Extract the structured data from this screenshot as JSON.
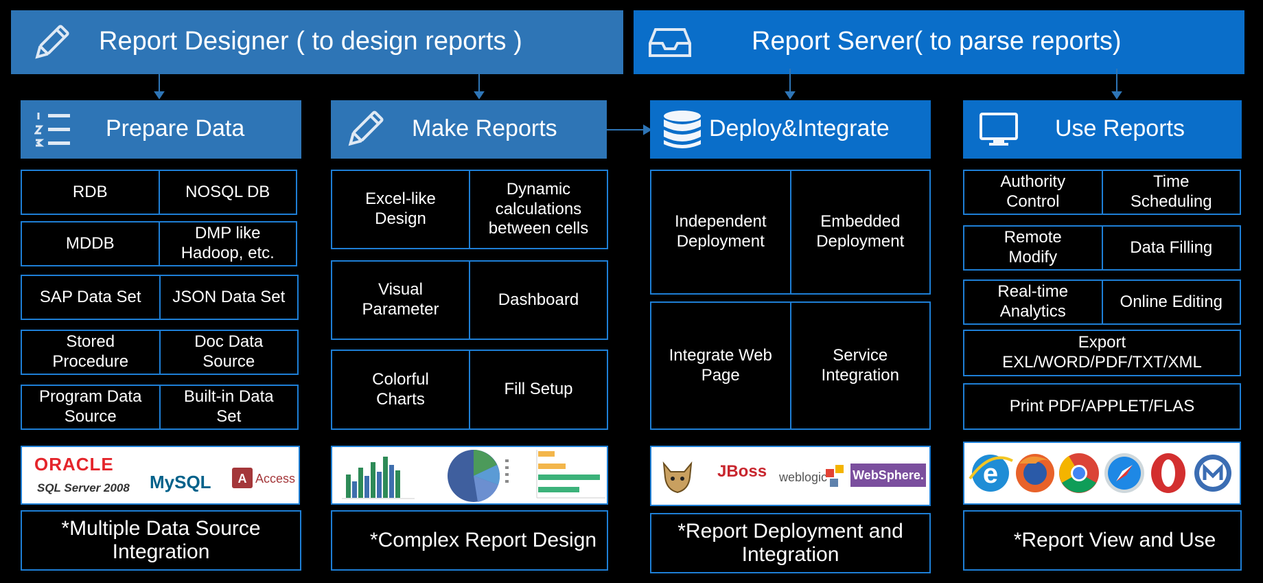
{
  "banners": {
    "designer": {
      "title": "Report Designer ( to design reports )",
      "icon": "pencil-icon"
    },
    "server": {
      "title": "Report Server( to parse reports)",
      "icon": "inbox-tray-icon"
    }
  },
  "sections": [
    {
      "id": "prepare-data",
      "title": "Prepare Data",
      "icon": "numbered-list-icon",
      "rows": [
        [
          "RDB",
          "NOSQL DB"
        ],
        [
          "MDDB",
          "DMP like\nHadoop, etc."
        ],
        [
          "SAP Data Set",
          "JSON Data Set"
        ],
        [
          "Stored\nProcedure",
          "Doc Data\nSource"
        ],
        [
          "Program Data\nSource",
          "Built-in Data\nSet"
        ]
      ],
      "logos": [
        "ORACLE",
        "SQL Server 2008",
        "MySQL",
        "Access"
      ],
      "summary": "*Multiple Data Source\nIntegration"
    },
    {
      "id": "make-reports",
      "title": "Make Reports",
      "icon": "pencil-icon",
      "rows": [
        [
          "Excel-like\nDesign",
          "Dynamic\ncalculations\nbetween cells"
        ],
        [
          "Visual\nParameter",
          "Dashboard"
        ],
        [
          "Colorful\nCharts",
          "Fill Setup"
        ]
      ],
      "logos": [],
      "summary": "*Complex Report Design"
    },
    {
      "id": "deploy-integrate",
      "title": "Deploy&Integrate",
      "icon": "database-icon",
      "rows": [
        [
          "Independent\nDeployment",
          "Embedded\nDeployment"
        ],
        [
          "Integrate Web\nPage",
          "Service\nIntegration"
        ]
      ],
      "logos": [
        "JBoss",
        "weblogic",
        "WebSphere."
      ],
      "summary": "*Report Deployment and\nIntegration"
    },
    {
      "id": "use-reports",
      "title": "Use Reports",
      "icon": "monitor-icon",
      "rows": [
        [
          "Authority\nControl",
          "Time\nScheduling"
        ],
        [
          "Remote\nModify",
          "Data Filling"
        ],
        [
          "Real-time\nAnalytics",
          "Online Editing"
        ]
      ],
      "single_rows": [
        "Export\nEXL/WORD/PDF/TXT/XML",
        "Print PDF/APPLET/FLAS"
      ],
      "logos": [
        "ie-browser-icon",
        "firefox-icon",
        "chrome-icon",
        "safari-icon",
        "opera-icon",
        "maxthon-icon"
      ],
      "summary": "*Report View and Use"
    }
  ],
  "colors": {
    "banner_designer": "#2e75b6",
    "banner_server": "#0a6ec9",
    "border": "#1e7fd6",
    "background": "#000000"
  }
}
